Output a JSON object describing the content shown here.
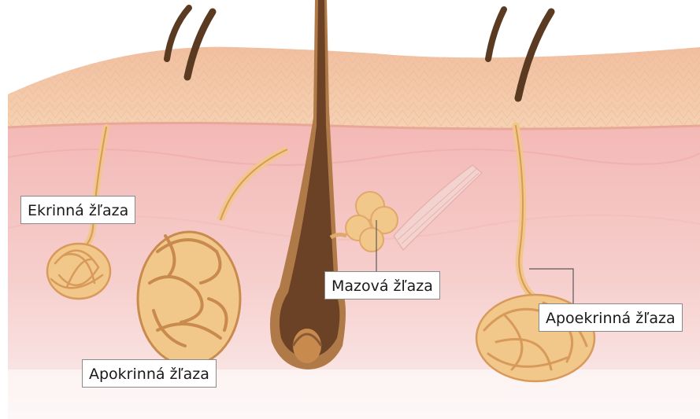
{
  "labels": {
    "eccrine": "Ekrinná žľaza",
    "apocrine": "Apokrinná žľaza",
    "sebaceous": "Mazová žľaza",
    "apoeccrine": "Apoekrinná žľaza"
  },
  "colors": {
    "epidermis": "#f3c8a6",
    "epidermis_top": "#f0b99a",
    "dermis": "#f5c2c0",
    "dermis_deep": "#f6dcdc",
    "gland": "#f2c78a",
    "gland_dark": "#d89a5a",
    "hair": "#5b3a22",
    "hair_follicle": "#8a5a36",
    "leader_line": "#5a5a5a"
  }
}
